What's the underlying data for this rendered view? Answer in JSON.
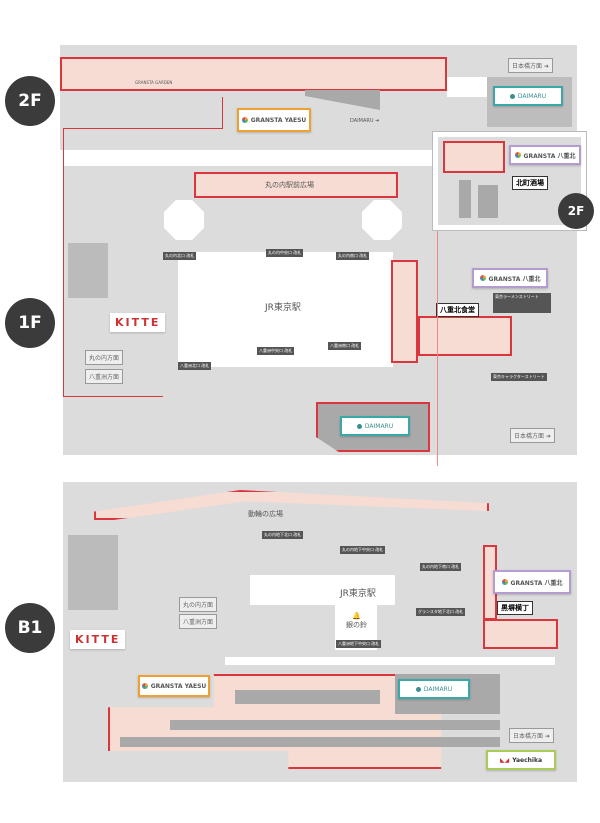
{
  "floors": {
    "f2": "2F",
    "f1": "1F",
    "b1": "B1",
    "f2_inset": "2F"
  },
  "directions": {
    "nihonbashi": "日本橋方面",
    "marunouchi": "丸の内方面",
    "yaesu": "八重洲方面"
  },
  "f2": {
    "corridor": "GRANSTA GARDEN",
    "daimaru_text": "DAIMARU",
    "gransta": "GRANSTA YAESU",
    "daimaru_logo": "DAIMARU",
    "inset_gransta": "GRANSTA 八重北",
    "inset_label": "北町酒場"
  },
  "f1": {
    "plaza": "丸の内駅前広場",
    "station": "JR東京駅",
    "kitte": "KITTE",
    "gransta": "GRANSTA 八重北",
    "yaekita": "八重北食堂",
    "daimaru_logo": "DAIMARU",
    "gates": [
      "丸の内北口 改札",
      "丸の内中央口 改札",
      "丸の内南口 改札",
      "八重洲北口 改札",
      "八重洲中央口 改札",
      "八重洲南口 改札"
    ],
    "info1": "東京ラーメンストリート",
    "info2": "東京キャラクターストリート"
  },
  "b1": {
    "plaza": "動輪の広場",
    "station": "JR東京駅",
    "silver_bell": "銀の鈴",
    "kitte": "KITTE",
    "gransta_purple": "GRANSTA 八重北",
    "kurobei": "黒塀横丁",
    "gransta_yaesu": "GRANSTA YAESU",
    "daimaru_logo": "DAIMARU",
    "yaechika": "Yaechika",
    "gates": [
      "丸の内地下北口 改札",
      "丸の内地下中央口 改札",
      "丸の内地下南口 改札",
      "グランスタ地下北口 改札",
      "八重洲地下中央口 改札"
    ]
  }
}
